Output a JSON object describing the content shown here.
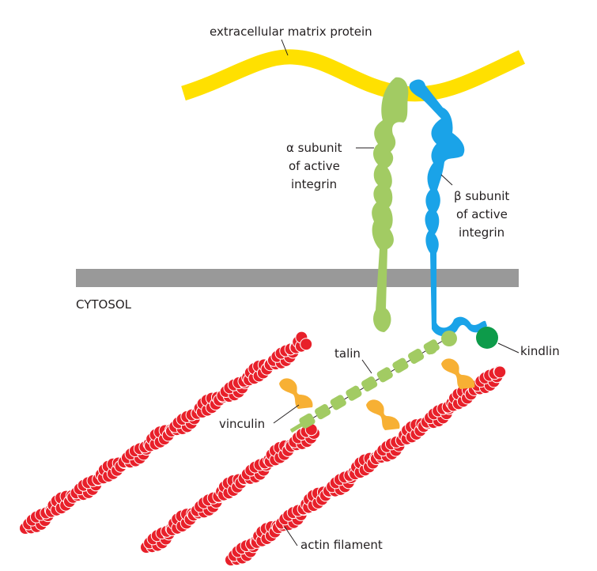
{
  "labels": {
    "ecm": "extracellular matrix protein",
    "alpha": [
      "α subunit",
      "of active",
      "integrin"
    ],
    "beta": [
      "β subunit",
      "of active",
      "integrin"
    ],
    "cytosol": "CYTOSOL",
    "talin": "talin",
    "kindlin": "kindlin",
    "vinculin": "vinculin",
    "actin": "actin filament"
  },
  "colors": {
    "ecm": "#ffe000",
    "alpha": "#a2cb63",
    "beta": "#1aa3e8",
    "membrane": "#999999",
    "kindlin": "#0d9b4a",
    "vinculin": "#f7b034",
    "actin": "#e8202a"
  }
}
